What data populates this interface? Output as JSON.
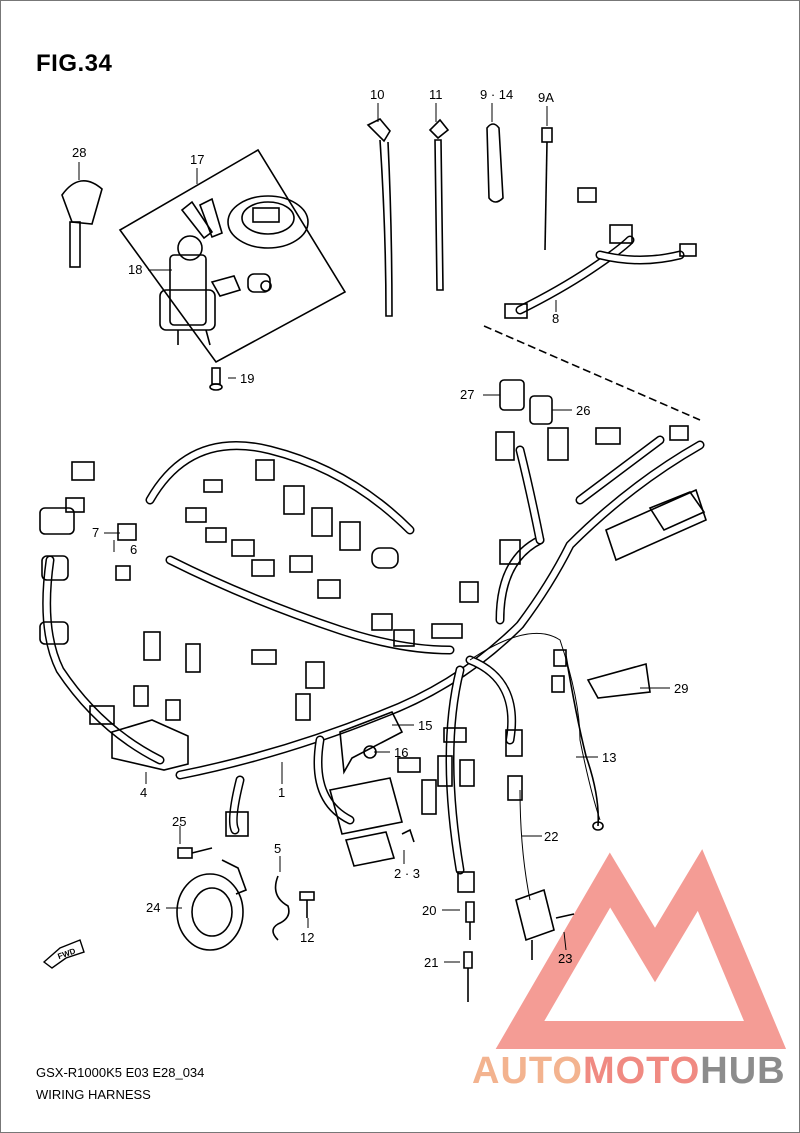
{
  "figure": {
    "title": "FIG.34",
    "model_code": "GSX-R1000K5  E03  E28_034",
    "caption": "WIRING HARNESS"
  },
  "callouts": {
    "c1": "1",
    "c2_3": "2 · 3",
    "c4": "4",
    "c5": "5",
    "c6": "6",
    "c7": "7",
    "c8": "8",
    "c9_14": "9 · 14",
    "c9a": "9A",
    "c10": "10",
    "c11": "11",
    "c12": "12",
    "c13": "13",
    "c15": "15",
    "c16": "16",
    "c17": "17",
    "c18": "18",
    "c19": "19",
    "c20": "20",
    "c21": "21",
    "c22": "22",
    "c23": "23",
    "c24": "24",
    "c25": "25",
    "c26": "26",
    "c27": "27",
    "c28": "28",
    "c29": "29"
  },
  "fwd_label": "FWD",
  "watermark": {
    "part1": "AUTO",
    "part2": "MOTO",
    "part3": "HUB",
    "colors": {
      "auto": "#f3b38f",
      "moto": "#f08a82",
      "hub": "#8c8c8c",
      "emblem": "#f28b82"
    }
  }
}
